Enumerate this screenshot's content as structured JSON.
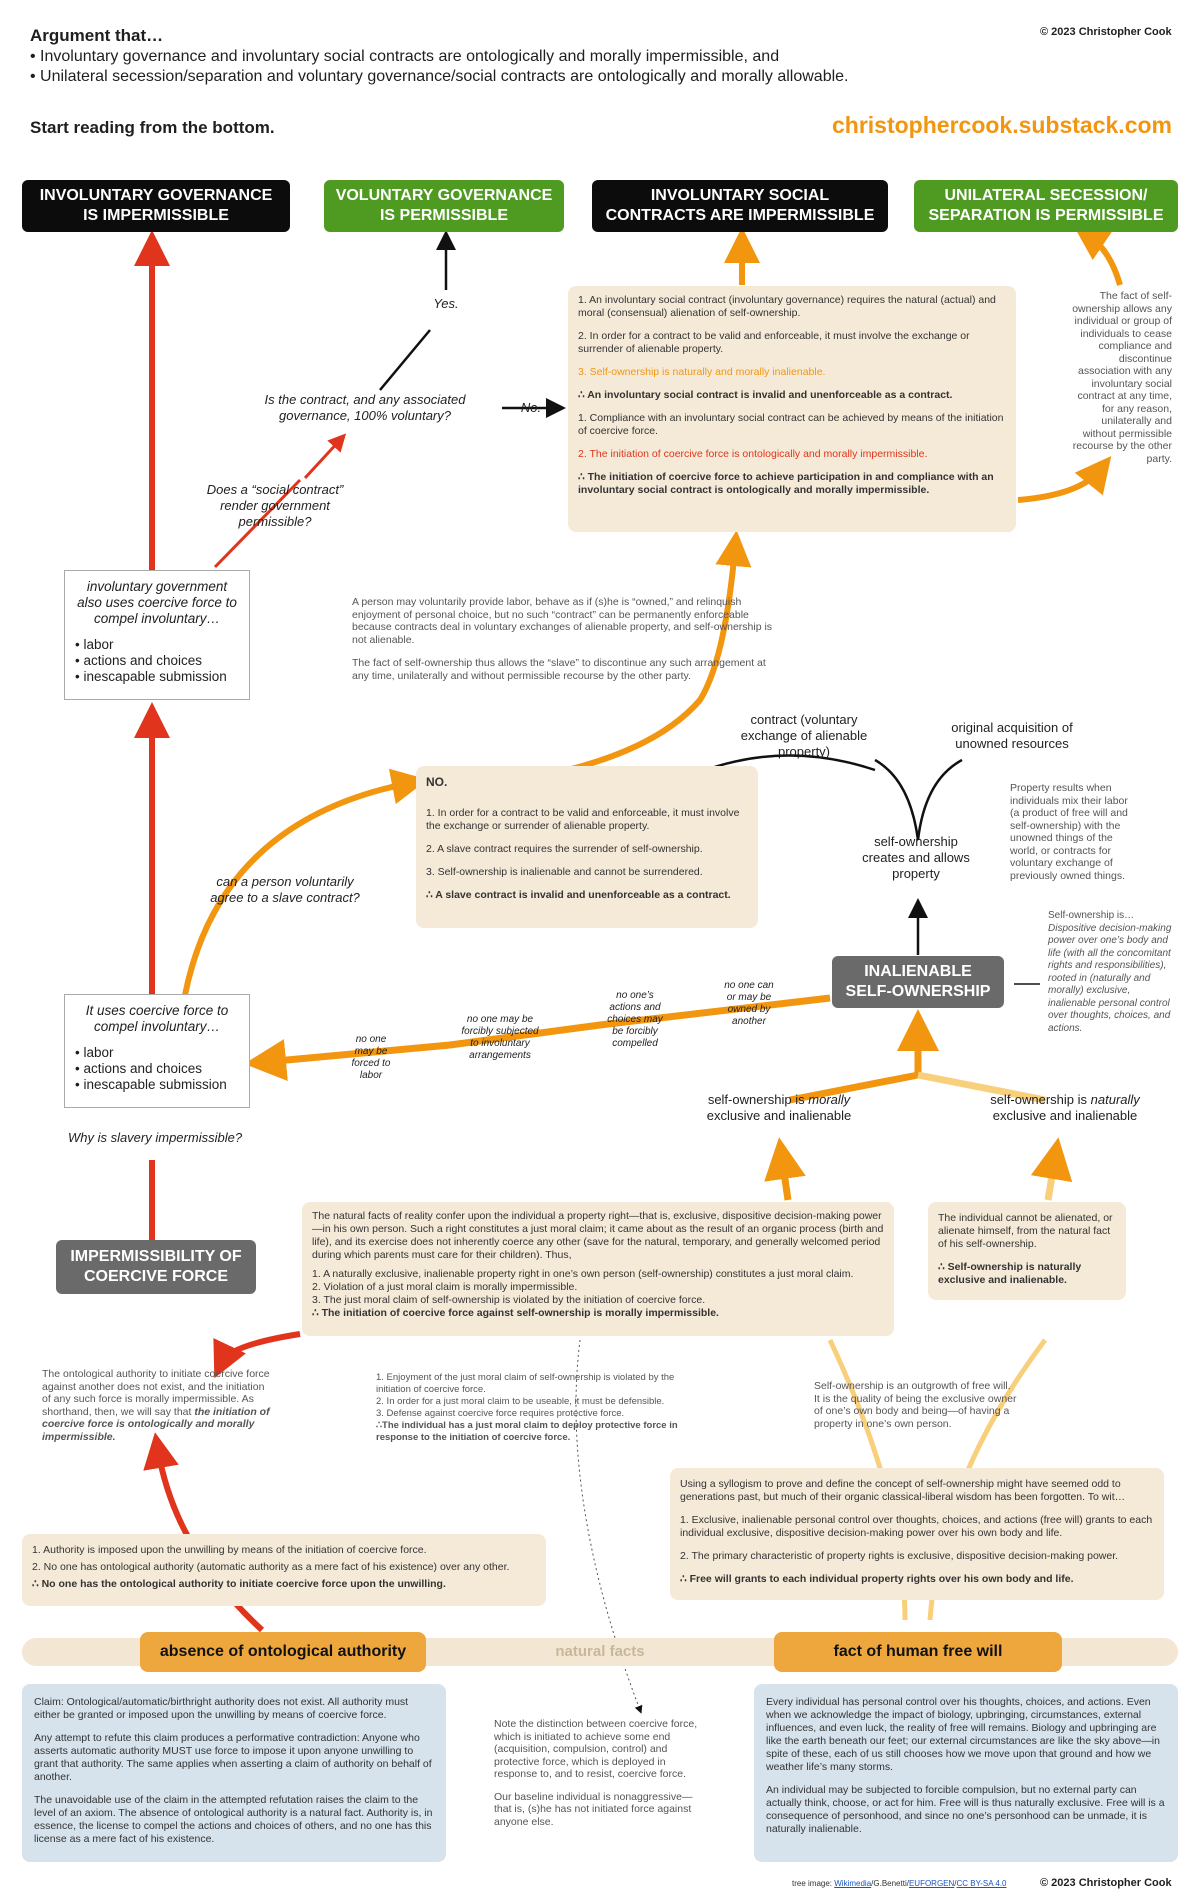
{
  "header": {
    "title": "Argument that…",
    "line1": "• Involuntary governance and involuntary social contracts are ontologically and morally impermissible, and",
    "line2": "• Unilateral secession/separation and voluntary governance/social contracts are ontologically and morally allowable.",
    "copyright": "© 2023 Christopher Cook",
    "start": "Start reading from the bottom.",
    "site": "christophercook.substack.com"
  },
  "conclusions": [
    {
      "l1": "INVOLUNTARY GOVERNANCE",
      "l2": "IS IMPERMISSIBLE"
    },
    {
      "l1": "VOLUNTARY GOVERNANCE",
      "l2": "IS PERMISSIBLE"
    },
    {
      "l1": "INVOLUNTARY SOCIAL",
      "l2": "CONTRACTS ARE IMPERMISSIBLE"
    },
    {
      "l1": "UNILATERAL SECESSION/",
      "l2": "SEPARATION IS PERMISSIBLE"
    }
  ],
  "contract_box": {
    "p1": "1. An involuntary social contract (involuntary governance) requires the natural (actual) and moral (consensual) alienation of self-ownership.",
    "p2": "2. In order for a contract to be valid and enforceable, it must involve the exchange or surrender of alienable property.",
    "p3": "3. Self-ownership is naturally and morally inalienable.",
    "p4": "∴ An involuntary social contract is invalid and unenforceable as a contract.",
    "p5": "1. Compliance with an involuntary social contract can be achieved by means of the initiation of coercive force.",
    "p6": "2. The initiation of coercive force is ontologically and morally impermissible.",
    "p7": "∴ The initiation of coercive force to achieve participation in and compliance with an involuntary social contract is ontologically and morally impermissible."
  },
  "secession_note": "The fact of self-ownership allows any individual or group of individuals to cease compliance and discontinue association with any involuntary social contract at any time, for any reason, unilaterally and without permissible recourse by the other party.",
  "yes": "Yes.",
  "no_label": "No.",
  "q_voluntary": "Is the contract, and any associated governance, 100% voluntary?",
  "q_social": "Does a “social contract” render government permissible?",
  "gov_box": {
    "head": "involuntary government also uses coercive force to compel involuntary…",
    "items": [
      "• labor",
      "• actions and choices",
      "• inescapable submission"
    ]
  },
  "slave_note1": "A person may voluntarily provide labor, behave as if (s)he is “owned,” and relinquish enjoyment of personal choice, but no such “contract” can be permanently enforceable because contracts deal in voluntary exchanges of alienable property, and self-ownership is not alienable.",
  "slave_note2": "The fact of self-ownership thus allows the “slave” to discontinue any such arrangement at any time, unilaterally and without permissible recourse by the other party.",
  "contract_label": "contract (voluntary exchange of alienable property)",
  "acq_label": "original acquisition of unowned resources",
  "property_note": "Property results when individuals mix their labor (a product of free will and self-ownership) with the unowned things of the world, or contracts for voluntary exchange of previously owned things.",
  "slave_box": {
    "no": "NO.",
    "p1": "1. In order for a contract to be valid and enforceable, it must involve the exchange or surrender of alienable property.",
    "p2": "2. A slave contract requires the surrender of self-ownership.",
    "p3": "3. Self-ownership is inalienable and cannot be surrendered.",
    "p4": "∴ A slave contract is invalid and unenforceable as a contract."
  },
  "creates_property": "self-ownership creates and allows property",
  "q_slave": "can a person voluntarily agree to a slave contract?",
  "inalienable": {
    "l1": "INALIENABLE",
    "l2": "SELF-OWNERSHIP"
  },
  "selfown_def": {
    "head": "Self-ownership is…",
    "body": "Dispositive decision-making power over one’s body and life (with all the concomitant rights and responsibilities), rooted in (naturally and morally) exclusive, inalienable personal control over thoughts, choices, and actions."
  },
  "coerce_box": {
    "head": "It uses coercive force to compel involuntary…",
    "items": [
      "• labor",
      "• actions and choices",
      "• inescapable submission"
    ]
  },
  "chain": [
    "no one may be forced to labor",
    "no one may be forcibly subjected to involuntary arrangements",
    "no one’s actions and choices may be forcibly compelled",
    "no one can or may be owned by another"
  ],
  "q_slavery": "Why is slavery impermissible?",
  "morally_label": {
    "a": "self-ownership is",
    "b": "morally",
    "c": "exclusive and inalienable"
  },
  "naturally_label": {
    "a": "self-ownership is",
    "b": "naturally",
    "c": "exclusive and inalienable"
  },
  "coercive_force": {
    "l1": "IMPERMISSIBILITY OF",
    "l2": "COERCIVE FORCE"
  },
  "natural_facts_box": {
    "intro": "The natural facts of reality confer upon the individual a property right—that is, exclusive, dispositive decision-making power—in his own person. Such a right constitutes a just moral claim; it came about as the result of an organic process (birth and life), and its exercise does not inherently coerce any other (save for the natural, temporary, and generally welcomed period during which parents must care for their children). Thus,",
    "p1": "1. A naturally exclusive, inalienable property right in one’s own person (self-ownership) constitutes a just moral claim.",
    "p2": "2. Violation of a just moral claim is morally impermissible.",
    "p3": "3. The just moral claim of self-ownership is violated by the initiation of coercive force.",
    "p4": "∴ The initiation of coercive force against self-ownership is morally impermissible."
  },
  "alien_box": {
    "p1": "The individual cannot be alienated, or alienate himself, from the natural fact of his self-ownership.",
    "p2": "∴ Self-ownership is naturally exclusive and inalienable."
  },
  "ontological_note": {
    "a": "The ontological authority to initiate coercive force against another does not exist, and the initiation of any such force is morally impermissible. As shorthand, then, we will say that ",
    "b": "the initiation of coercive force is ontologically and morally impermissible."
  },
  "defense_note": {
    "p1": "1. Enjoyment of the just moral claim of self-ownership is violated by the initiation of coercive force.",
    "p2": "2. In order for a just moral claim to be useable, it must be defensible.",
    "p3": "3. Defense against coercive force requires protective force.",
    "p4": "∴The individual has a just moral claim to deploy protective force in response to the initiation of coercive force."
  },
  "freewill_note": "Self-ownership is an outgrowth of free will. It is the quality of being the exclusive owner of one’s own body and being—of having a property in one’s own person.",
  "syllogism_box": {
    "intro": "Using a syllogism to prove and define the concept of self-ownership might have seemed odd to generations past, but much of their organic classical-liberal wisdom has been forgotten. To wit…",
    "p1": "1. Exclusive, inalienable personal control over thoughts, choices, and actions (free will) grants to each individual exclusive, dispositive decision-making power over his own body and life.",
    "p2": "2. The primary characteristic of property rights is exclusive, dispositive decision-making power.",
    "p3": "∴ Free will grants to each individual property rights over his own body and life."
  },
  "authority_box": {
    "p1": "1. Authority is imposed upon the unwilling by means of the initiation of coercive force.",
    "p2": "2. No one has ontological authority (automatic authority as a mere fact of his existence) over any other.",
    "p3": "∴ No one has the ontological authority to initiate coercive force upon the unwilling."
  },
  "bottom": {
    "left": "absence of ontological authority",
    "mid": "natural facts",
    "right": "fact of human free will"
  },
  "claim_box": {
    "p1": "Claim: Ontological/automatic/birthright authority does not exist. All authority must either be granted or imposed upon the unwilling by means of coercive force.",
    "p2": "Any attempt to refute this claim produces a performative contradiction: Anyone who asserts automatic authority MUST use force to impose it upon anyone unwilling to grant that authority. The same applies when asserting a claim of authority on behalf of another.",
    "p3": "The unavoidable use of the claim in the attempted refutation raises the claim to the level of an axiom. The absence of ontological authority is a natural fact. Authority is, in essence, the license to compel the actions and choices of others, and no one has this license as a mere fact of his existence."
  },
  "distinction_note": {
    "p1": "Note the distinction between coercive force, which is initiated to achieve some end (acquisition, compulsion, control) and protective force, which is deployed in response to, and to resist, coercive force.",
    "p2": "Our baseline individual is nonaggressive—that is, (s)he has not initiated force against anyone else."
  },
  "freewill_box": {
    "p1": "Every individual has personal control over his thoughts, choices, and actions. Even when we acknowledge the impact of biology, upbringing, circumstances, external influences, and even luck, the reality of free will remains. Biology and upbringing are like the earth beneath our feet; our external circumstances are like the sky above—in spite of these, each of us still chooses how we move upon that ground and how we weather life’s many storms.",
    "p2": "An individual may be subjected to forcible compulsion, but no external party can actually think, choose, or act for him. Free will is thus naturally exclusive. Free will is a consequence of personhood, and since no one’s personhood can be unmade, it is naturally inalienable."
  },
  "footer": {
    "tree": "tree image: ",
    "l1": "Wikimedia",
    "mid": "/G.Benetti/",
    "l2": "EUFORGEN",
    "slash": "/",
    "l3": "CC BY-SA 4.0",
    "copyright": "© 2023 Christopher Cook"
  },
  "colors": {
    "red": "#e0351c",
    "orange": "#f2960f",
    "light_orange": "#f8cf7a",
    "black": "#0c0c0c",
    "green": "#4f9b22",
    "grey": "#6a6a6a",
    "tan": "#f5ead8",
    "blue": "#d7e3ec"
  }
}
